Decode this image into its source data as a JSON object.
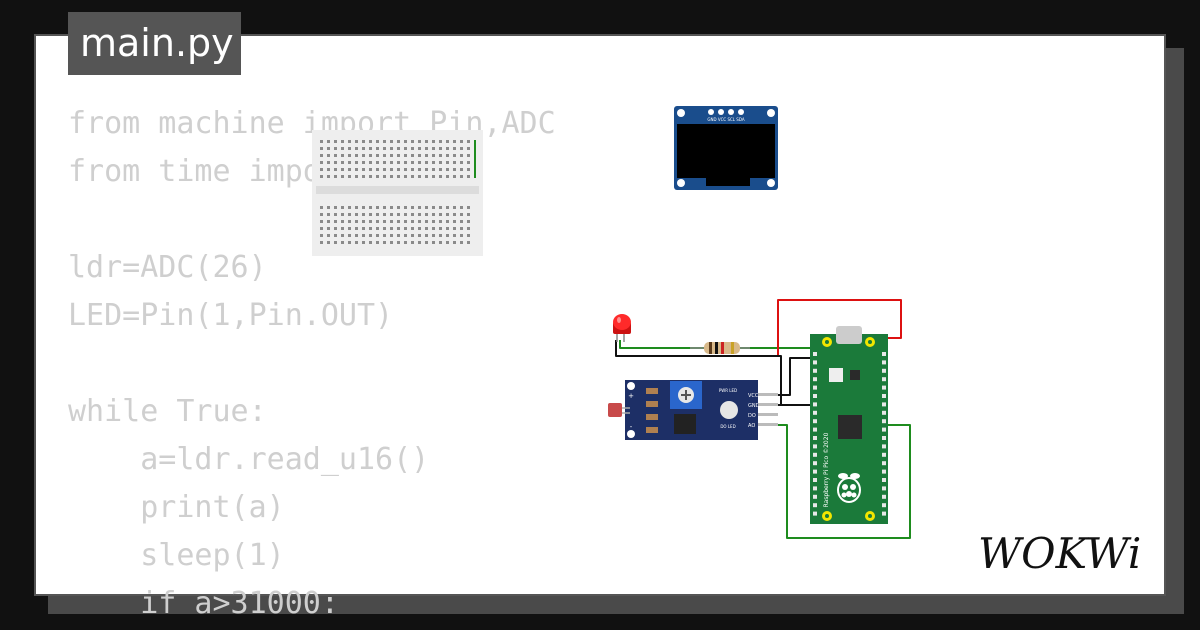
{
  "file_tab": {
    "label": "main.py"
  },
  "code_lines": [
    "from machine import Pin,ADC",
    "from time import sleep",
    "",
    "ldr=ADC(26)",
    "LED=Pin(1,Pin.OUT)",
    "",
    "while True:",
    "    a=ldr.read_u16()",
    "    print(a)",
    "    sleep(1)",
    "    if a>31000:"
  ],
  "oled": {
    "pin_labels": "GND VCC SCL SDA"
  },
  "ldr_module": {
    "pin_labels": [
      "VCC",
      "GND",
      "DO",
      "AO"
    ],
    "led_labels": [
      "PWR LED",
      "DO LED"
    ],
    "plus_label": "+",
    "minus_label": "-"
  },
  "pico": {
    "board_text": "Raspberry Pi Pico ©2020"
  },
  "brand": {
    "logo": "WOKWi"
  },
  "colors": {
    "wire_green": "#1e8c1e",
    "wire_red": "#dd1111",
    "board_green": "#1b7a3a",
    "module_blue": "#1d2f66",
    "oled_blue": "#1a4d8c"
  }
}
